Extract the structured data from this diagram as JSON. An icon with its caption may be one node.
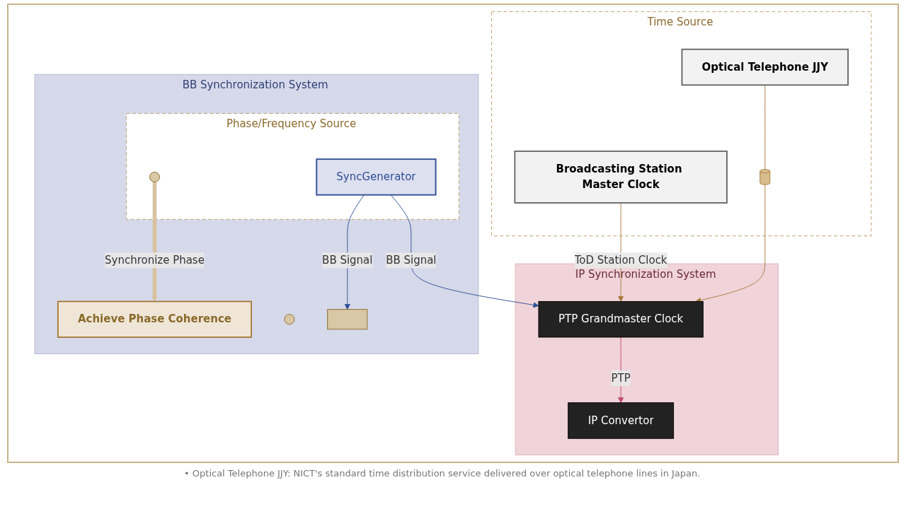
{
  "diagram": {
    "nodes": [
      {
        "text": [
          "Time Source"
        ]
      },
      {
        "text": [
          "Broadcasting Station Master Clock"
        ],
        "in": 0
      },
      {
        "text": [
          "Optical Telephone JJY"
        ],
        "in": 0
      },
      {
        "text": [],
        "shape": "cylinder",
        "in": 0
      },
      {
        "text": [
          "IP Synchronization System"
        ]
      },
      {
        "text": [
          "PTP Grandmaster Clock"
        ],
        "in": 4
      },
      {
        "text": [
          "IP Convertor"
        ],
        "in": 4
      },
      {
        "text": [
          "BB Synchronization System"
        ]
      },
      {
        "text": [
          "Phase/Frequency Source"
        ],
        "in": 7
      },
      {
        "text": [
          "SyncGenerator"
        ],
        "in": 8
      },
      {
        "text": [],
        "shape": "circle",
        "in": 8
      },
      {
        "text": [
          "Achieve Phase Coherence"
        ],
        "in": 7
      },
      {
        "text": [],
        "shape": "circle",
        "in": 7
      },
      {
        "text": [],
        "shape": "box",
        "in": 7
      }
    ],
    "edges": [
      {
        "from": 1,
        "to": 5,
        "arrow": "to",
        "label": "ToD Station Clock",
        "color": "#a87a3a"
      },
      {
        "from": 2,
        "to": 3,
        "arrow": "none",
        "color": "#a87a3a"
      },
      {
        "from": 3,
        "to": 5,
        "arrow": "to",
        "color": "#a87a3a"
      },
      {
        "from": 5,
        "to": 6,
        "arrow": "to",
        "label": "PTP",
        "color": "#c04a6a"
      },
      {
        "from": 9,
        "to": 5,
        "arrow": "to",
        "label": "BB Signal",
        "color": "#2f4f94"
      },
      {
        "from": 10,
        "to": 11,
        "arrow": "to",
        "label": "Synchronize Phase",
        "style": "thick",
        "color": "#d8c3a0"
      },
      {
        "from": 9,
        "to": 13,
        "arrow": "to",
        "label": "BB Signal",
        "color": "#2f4f94"
      }
    ],
    "labels": [
      "• Optical Telephone JJY: NICT's standard time distribution service delivered over optical telephone lines in Japan."
    ]
  }
}
